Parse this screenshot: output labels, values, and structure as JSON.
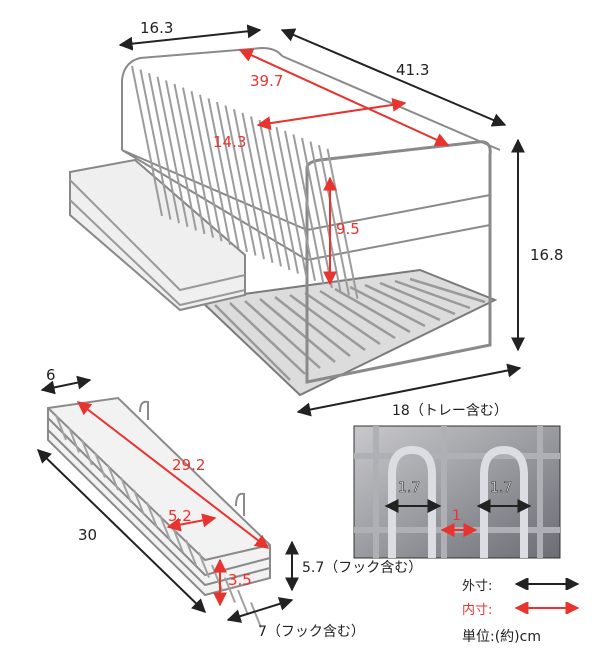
{
  "main_rack": {
    "outer_depth": "16.3",
    "outer_width": "41.3",
    "outer_height": "16.8",
    "inner_length": "39.7",
    "inner_depth": "14.3",
    "inner_height": "9.5",
    "tray_width": "18（トレー含む）"
  },
  "basket": {
    "outer_depth": "6",
    "outer_length": "30",
    "outer_height": "5.7（フック含む）",
    "outer_width": "7（フック含む）",
    "inner_length": "29.2",
    "inner_width": "5.2",
    "inner_height": "3.5"
  },
  "detail": {
    "wire_width_left": "1.7",
    "wire_width_right": "1.7",
    "gap": "1"
  },
  "legend": {
    "outer_label": "外寸:",
    "inner_label": "内寸:",
    "outer_color": "#222222",
    "inner_color": "#e8332e"
  },
  "unit_note": "単位:(約)cm"
}
